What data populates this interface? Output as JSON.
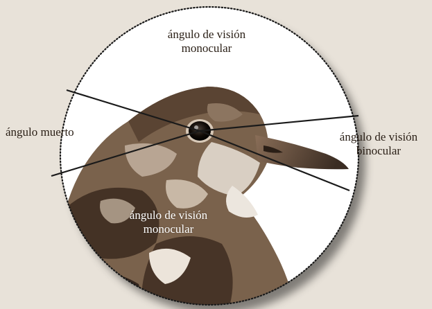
{
  "labels": {
    "monocular_top_line1": "ángulo de visión",
    "monocular_top_line2": "monocular",
    "blind": "ángulo muerto",
    "binocular_line1": "ángulo de visión",
    "binocular_line2": "binocular",
    "monocular_bottom_line1": "ángulo de visión",
    "monocular_bottom_line2": "monocular"
  },
  "colors": {
    "background": "#e8e2d9",
    "circle_fill": "#ffffff",
    "circle_border": "#1a1a1a",
    "lines": "#1a1a1a",
    "label_text": "#2b2017",
    "label_on_image": "#ffffff"
  },
  "subject": "bird-head-with-eye",
  "icons": [
    "bird-head-illustration",
    "eye-icon"
  ]
}
